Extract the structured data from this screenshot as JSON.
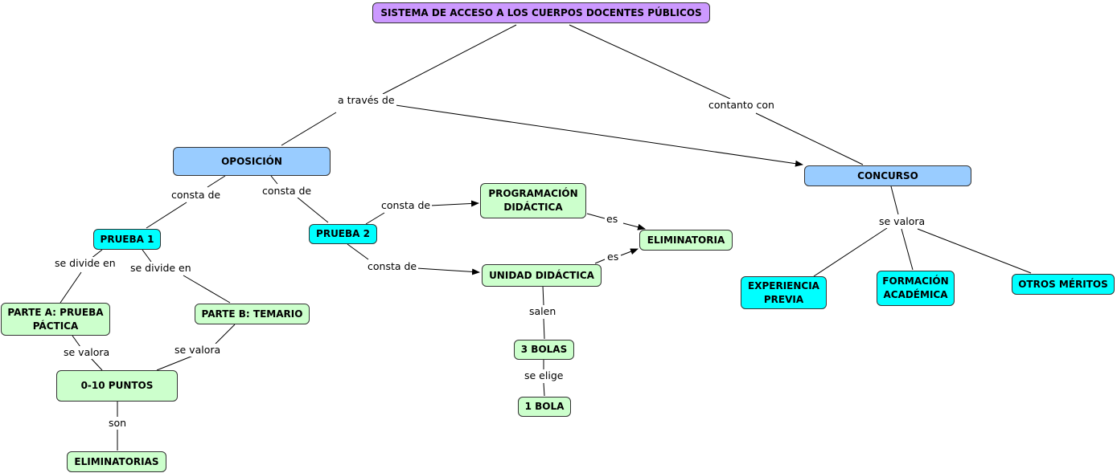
{
  "nodes": {
    "titulo": "SISTEMA DE ACCESO A LOS CUERPOS DOCENTES PÚBLICOS",
    "oposicion": "OPOSICIÓN",
    "concurso": "CONCURSO",
    "prueba1": "PRUEBA 1",
    "prueba2": "PRUEBA 2",
    "programacion": "PROGRAMACIÓN DIDÁCTICA",
    "unidad": "UNIDAD DIDÁCTICA",
    "eliminatoria": "ELIMINATORIA",
    "parte_a": "PARTE A: PRUEBA PÁCTICA",
    "parte_b": "PARTE B: TEMARIO",
    "puntos": "0-10 PUNTOS",
    "eliminatorias": "ELIMINATORIAS",
    "tres_bolas": "3 BOLAS",
    "una_bola": "1 BOLA",
    "experiencia": "EXPERIENCIA PREVIA",
    "formacion": "FORMACIÓN ACADÉMICA",
    "otros": "OTROS MÉRITOS"
  },
  "links": {
    "a_traves_de": "a través de",
    "contanto_con": "contanto con",
    "consta_de_1": "consta de",
    "consta_de_2": "consta de",
    "consta_de_3": "consta de",
    "consta_de_4": "consta de",
    "es_1": "es",
    "es_2": "es",
    "se_divide_en_1": "se divide en",
    "se_divide_en_2": "se divide en",
    "se_valora_1": "se valora",
    "se_valora_2": "se valora",
    "son": "son",
    "salen": "salen",
    "se_elige": "se elige",
    "se_valora_3": "se valora"
  }
}
